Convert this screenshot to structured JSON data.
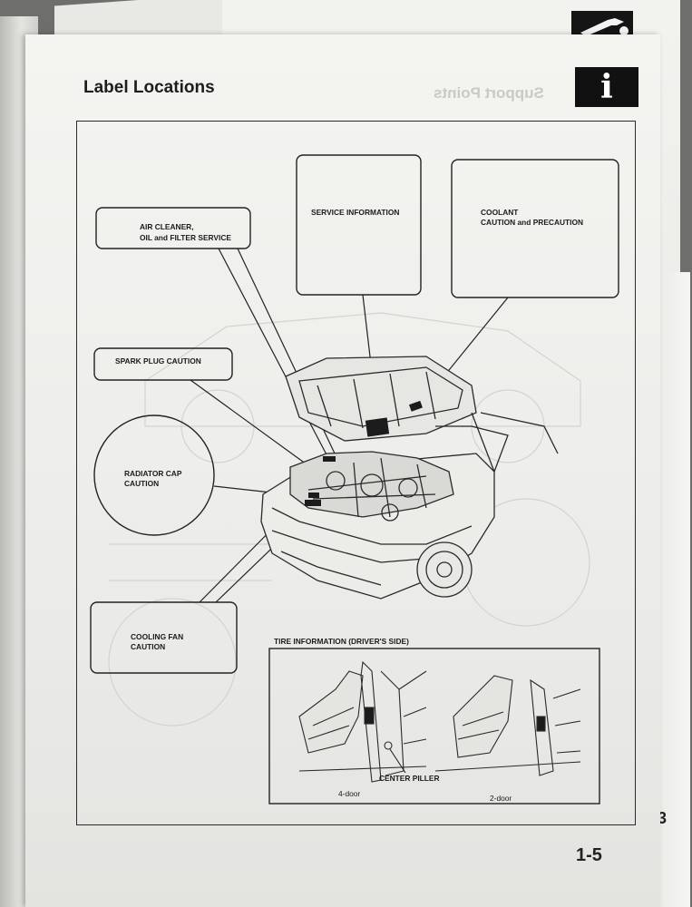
{
  "page": {
    "title": "Label Locations",
    "ghost_text": "Support Points",
    "page_number": "1-5",
    "next_page_fragment": ".3",
    "icon_glyph": "i"
  },
  "callouts": {
    "air_cleaner": "AIR CLEANER,",
    "oil_filter": "OIL and FILTER SERVICE",
    "service_information": "SERVICE INFORMATION",
    "coolant": "COOLANT",
    "coolant_caution": "CAUTION and PRECAUTION",
    "spark_plug": "SPARK PLUG CAUTION",
    "radiator_cap": "RADIATOR CAP",
    "radiator_caution": "CAUTION",
    "cooling_fan": "COOLING FAN",
    "cooling_fan_caution": "CAUTION"
  },
  "tire_inset": {
    "title": "TIRE INFORMATION (DRIVER'S SIDE)",
    "pillar_label": "CENTER PILLER",
    "four_door": "4-door",
    "two_door": "2-door"
  },
  "colors": {
    "ink": "#1b1b1b",
    "paper": "#f1f1ee",
    "ghost": "#c9c9c5"
  }
}
